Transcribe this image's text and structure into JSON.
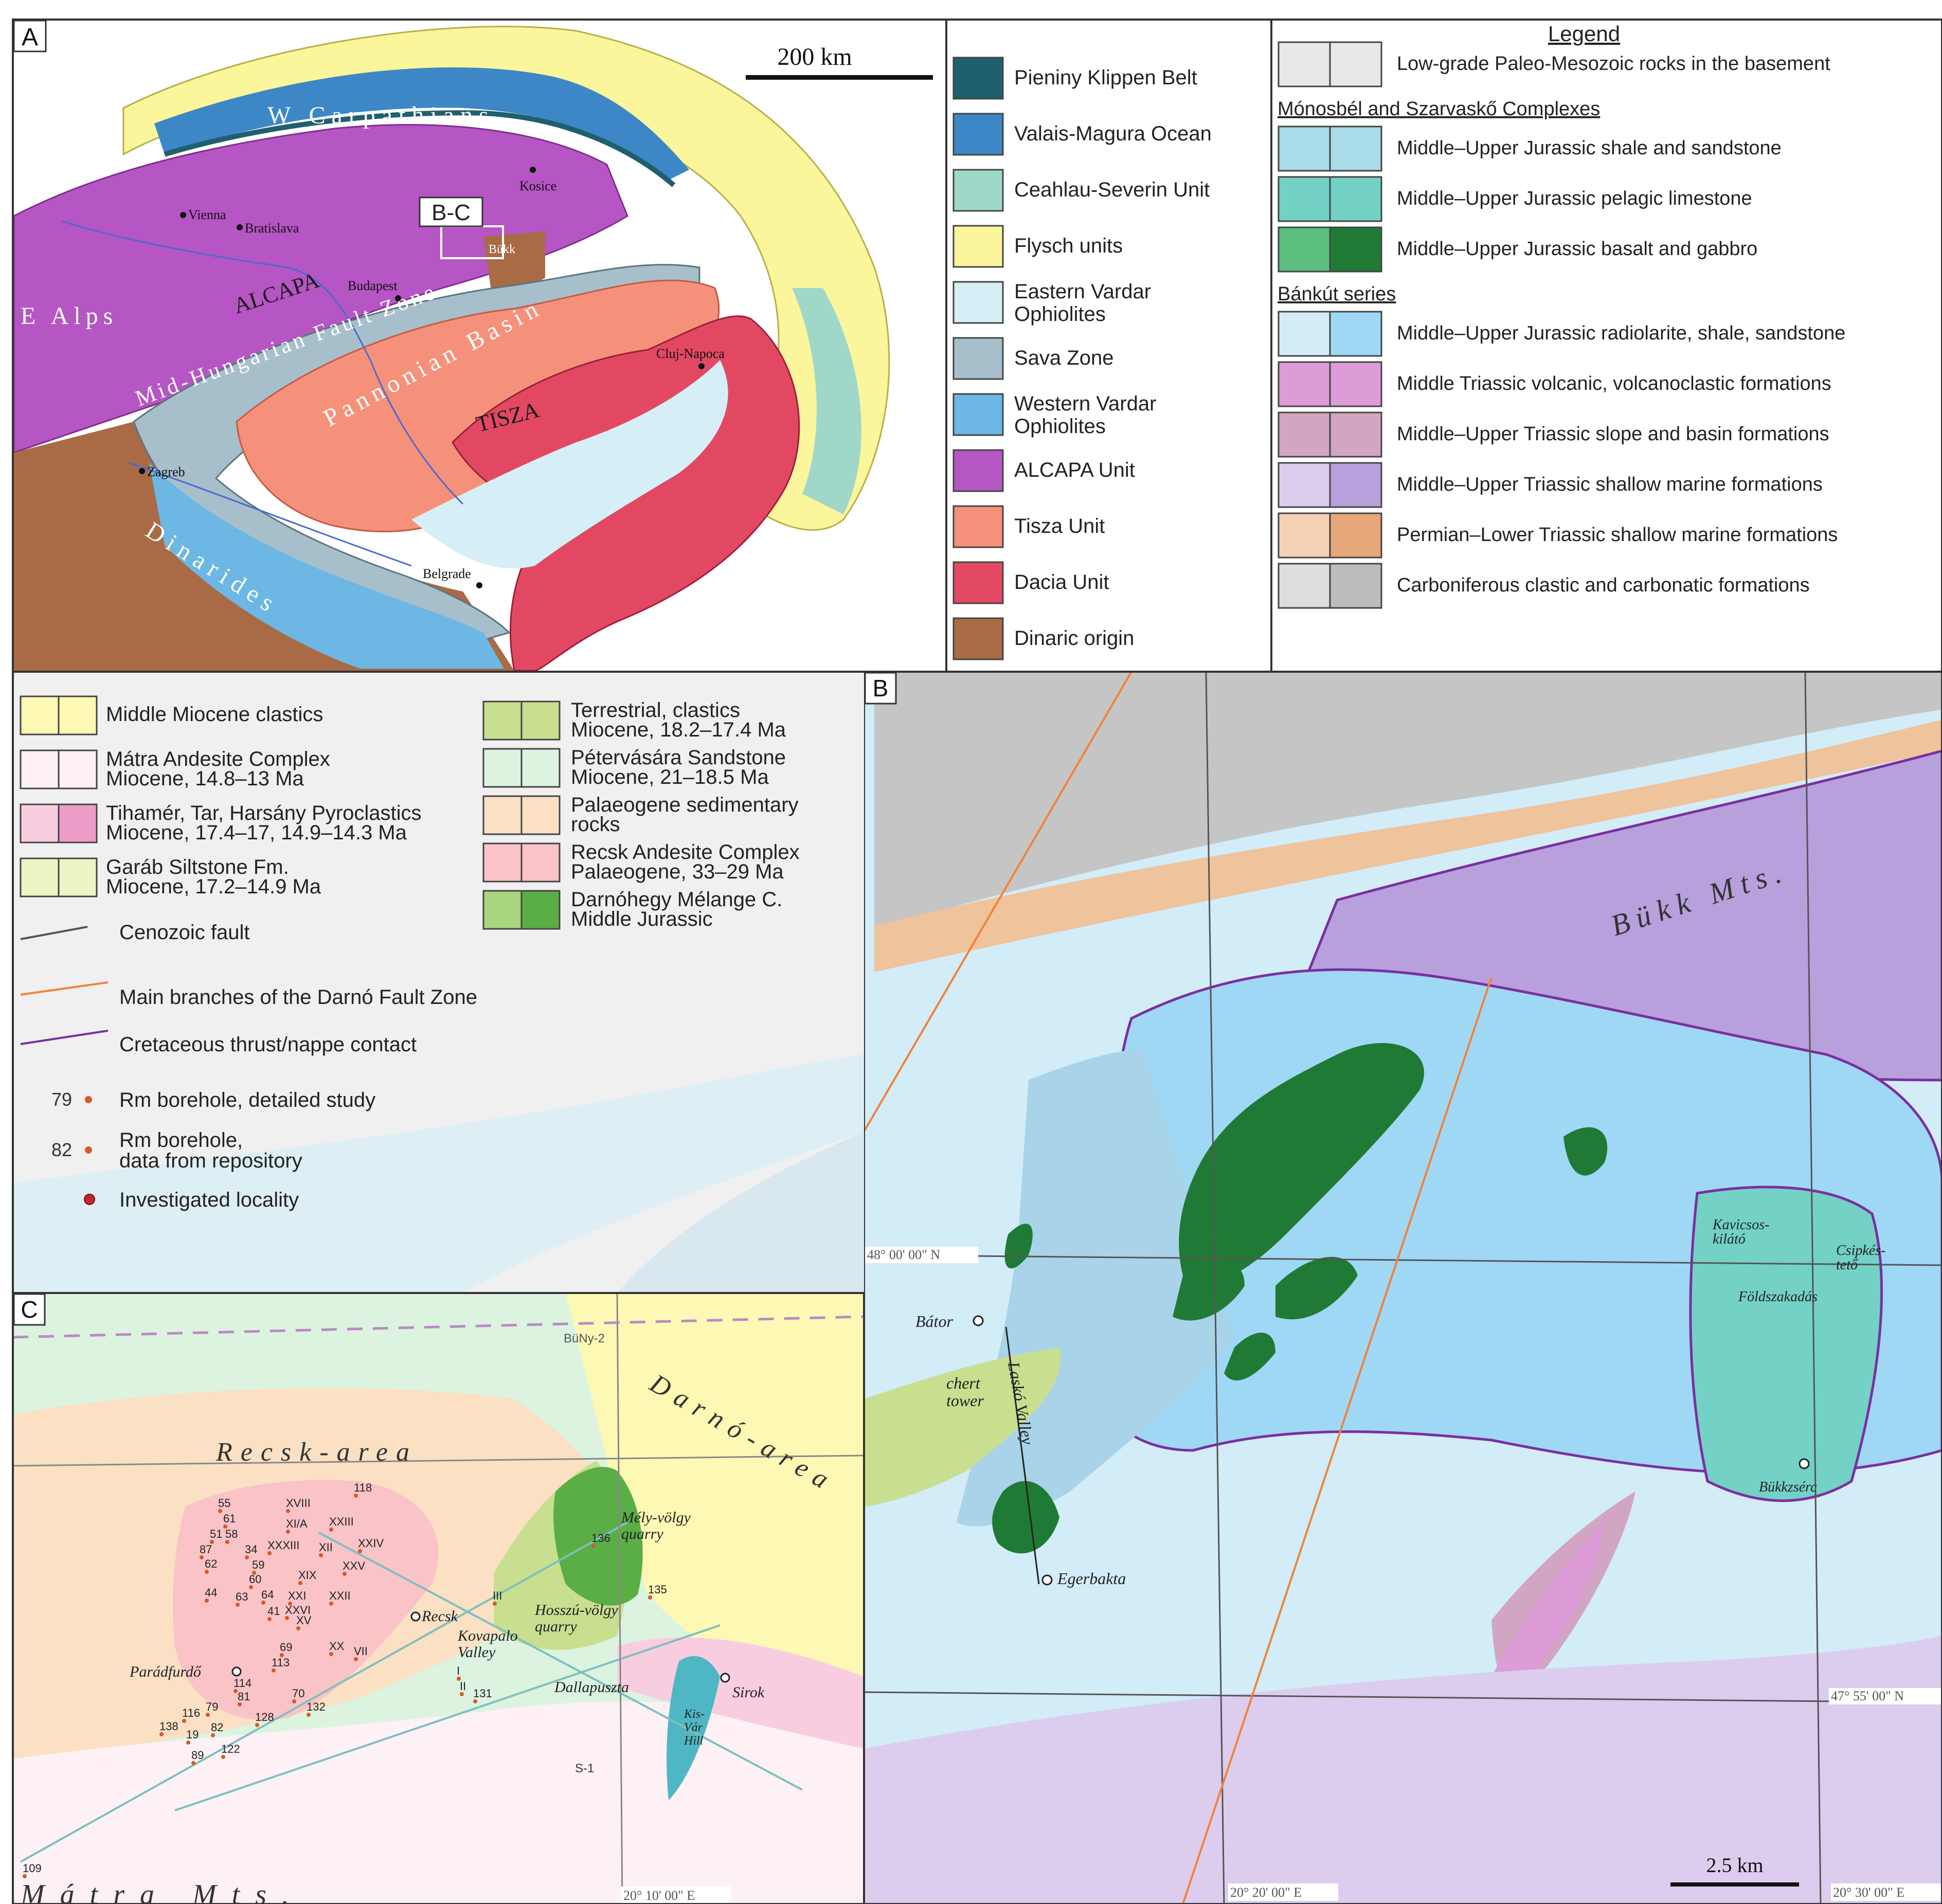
{
  "panels": {
    "a": {
      "letter": "A",
      "scale": "200 km",
      "map_labels": {
        "carpathians": "W Carpathians",
        "ealps": "E Alps",
        "alcapa": "ALCAPA",
        "midhungarian": "Mid-Hungarian Fault Zone",
        "pannonian": "Pannonian Basin",
        "tisza": "TISZA",
        "dinarides": "Dinarides",
        "inset": "B-C",
        "bukk": "Bükk"
      },
      "cities": {
        "vienna": "Vienna",
        "bratislava": "Bratislava",
        "kosice": "Kosice",
        "budapest": "Budapest",
        "cluj": "Cluj-Napoca",
        "zagreb": "Zagreb",
        "belgrade": "Belgrade"
      },
      "legend": [
        {
          "label": "Pieniny Klippen Belt",
          "color": "#1f5f6e"
        },
        {
          "label": "Valais-Magura Ocean",
          "color": "#3d87c6"
        },
        {
          "label": "Ceahlau-Severin Unit",
          "color": "#9fd8c8"
        },
        {
          "label": "Flysch units",
          "color": "#fbf59b"
        },
        {
          "label": "Eastern Vardar\nOphiolites",
          "color": "#d6eef6"
        },
        {
          "label": "Sava Zone",
          "color": "#a7bfcb"
        },
        {
          "label": "Western Vardar\nOphiolites",
          "color": "#6cb7e3"
        },
        {
          "label": "ALCAPA Unit",
          "color": "#b655c4"
        },
        {
          "label": "Tisza Unit",
          "color": "#f5917a"
        },
        {
          "label": "Dacia Unit",
          "color": "#e34863"
        },
        {
          "label": "Dinaric origin",
          "color": "#a86b46"
        }
      ]
    },
    "legend_right": {
      "title": "Legend",
      "items": [
        {
          "label": "Low-grade Paleo-Mesozoic rocks in the basement",
          "colors": [
            "#e8e8e8",
            "#e8e8e8"
          ]
        },
        {
          "heading": "Mónosbél and Szarvaskő Complexes"
        },
        {
          "label": "Middle–Upper Jurassic shale and sandstone",
          "colors": [
            "#a9dbe8",
            "#a9dbe8"
          ]
        },
        {
          "label": "Middle–Upper Jurassic pelagic limestone",
          "colors": [
            "#73d1c6",
            "#73d1c6"
          ]
        },
        {
          "label": "Middle–Upper Jurassic basalt and gabbro",
          "colors": [
            "#5bbd7e",
            "#1f7a35"
          ]
        },
        {
          "heading": "Bánkút series"
        },
        {
          "label": "Middle–Upper Jurassic radiolarite, shale, sandstone",
          "colors": [
            "#d3ecf6",
            "#9fd8f4"
          ]
        },
        {
          "label": "Middle Triassic volcanic, volcanoclastic formations",
          "colors": [
            "#dd9bd8",
            "#dd9bd8"
          ]
        },
        {
          "label": "Middle–Upper Triassic slope and basin formations",
          "colors": [
            "#d2a5c2",
            "#d2a5c2"
          ]
        },
        {
          "label": "Middle–Upper Triassic shallow marine formations",
          "colors": [
            "#dccdee",
            "#b7a0dc"
          ]
        },
        {
          "label": "Permian–Lower Triassic shallow marine formations",
          "colors": [
            "#f5d2b4",
            "#e6a77a"
          ]
        },
        {
          "label": "Carboniferous clastic and carbonatic formations",
          "colors": [
            "#dddddd",
            "#bcbcbc"
          ]
        }
      ]
    },
    "legend_b": {
      "left": [
        {
          "label": "Middle Miocene clastics",
          "colors": [
            "#fdf8b4",
            "#fdf8b4"
          ]
        },
        {
          "label": "Mátra Andesite Complex\nMiocene, 14.8–13 Ma",
          "colors": [
            "#fdf1f6",
            "#fdf1f6"
          ]
        },
        {
          "label": "Tihamér, Tar, Harsány Pyroclastics\nMiocene, 17.4–17, 14.9–14.3 Ma",
          "colors": [
            "#f9cde0",
            "#ee9cc8"
          ]
        },
        {
          "label": "Garáb Siltstone Fm.\nMiocene, 17.2–14.9 Ma",
          "colors": [
            "#eef4c4",
            "#eef4c4"
          ]
        }
      ],
      "right": [
        {
          "label": "Terrestrial, clastics\nMiocene, 18.2–17.4 Ma",
          "colors": [
            "#c8df90",
            "#c8df90"
          ]
        },
        {
          "label": "Pétervására Sandstone\nMiocene, 21–18.5 Ma",
          "colors": [
            "#dcf3e0",
            "#dcf3e0"
          ]
        },
        {
          "label": "Palaeogene sedimentary\nrocks",
          "colors": [
            "#fbe0c4",
            "#fbe0c4"
          ]
        },
        {
          "label": "Recsk Andesite Complex\nPalaeogene, 33–29 Ma",
          "colors": [
            "#f9c3c8",
            "#f9c3c8"
          ]
        },
        {
          "label": "Darnóhegy Mélange C.\nMiddle Jurassic",
          "colors": [
            "#a8d67e",
            "#5bad46"
          ]
        }
      ],
      "symbols": [
        {
          "label": "Cenozoic fault"
        },
        {
          "label": "Main branches of the Darnó Fault Zone"
        },
        {
          "label": "Cretaceous thrust/nappe contact"
        },
        {
          "label": "Rm borehole, detailed study",
          "num": "79"
        },
        {
          "label": "Rm borehole,\ndata from repository",
          "num": "82"
        },
        {
          "label": "Investigated locality"
        }
      ]
    },
    "b": {
      "letter": "B",
      "title": "Bükk Mts.",
      "coords": {
        "n48": "48° 00' 00\" N",
        "n4755": "47° 55' 00\" N",
        "e2020": "20° 20' 00\" E",
        "e2030": "20° 30' 00\" E"
      },
      "scale": "2.5 km",
      "places": {
        "bator": "Bátor",
        "egerbakta": "Egerbakta",
        "chert": "chert\ntower",
        "lasko": "Laskó Valley",
        "kavicsos": "Kavicsos-\nkilátó",
        "csipkes": "Csipkés-\ntető",
        "foldszakadas": "Földszakadás",
        "bukkzserc": "Bükkzsérc"
      }
    },
    "c": {
      "letter": "C",
      "recsk_area": "Recsk-area",
      "darno_area": "Darnó-area",
      "matra": "Mátra Mts.",
      "coord": "20° 10' 00\" E",
      "places": {
        "recsk": "Recsk",
        "parad": "Parádfurdő",
        "sirok": "Sirok",
        "dallapuszta": "Dallapuszta",
        "kovapalo": "Kovapalo\nValley",
        "hosszu": "Hosszú-völgy\nquarry",
        "mely": "Mély-völgy\nquarry",
        "kisvar": "Kis-\nVár\nHill",
        "bny2": "BüNy-2",
        "s1": "S-1"
      },
      "boreholes": {
        "b118": "118",
        "b55": "55",
        "b61": "61",
        "b51": "51",
        "b58": "58",
        "b87": "87",
        "b34": "34",
        "b62": "62",
        "b59": "59",
        "b60": "60",
        "b44": "44",
        "b63": "63",
        "b64": "64",
        "b41": "41",
        "b69": "69",
        "b113": "113",
        "b114": "114",
        "b81": "81",
        "b70": "70",
        "b132": "132",
        "b128": "128",
        "b116": "116",
        "b79": "79",
        "b136": "136",
        "b82": "82",
        "b19": "19",
        "b89": "89",
        "b122": "122",
        "b131": "131",
        "b135": "135",
        "b138": "138",
        "b109": "109",
        "xviii": "XVIII",
        "xia": "XI/A",
        "xxiii": "XXIII",
        "xxiv": "XXIV",
        "xxxiii": "XXXIII",
        "xii": "XII",
        "xxv": "XXV",
        "xix": "XIX",
        "xxi": "XXI",
        "xxii": "XXII",
        "xxvi": "XXVI",
        "xv": "XV",
        "xx": "XX",
        "vii": "VII",
        "iii": "III",
        "i": "I",
        "ii": "II"
      }
    }
  }
}
